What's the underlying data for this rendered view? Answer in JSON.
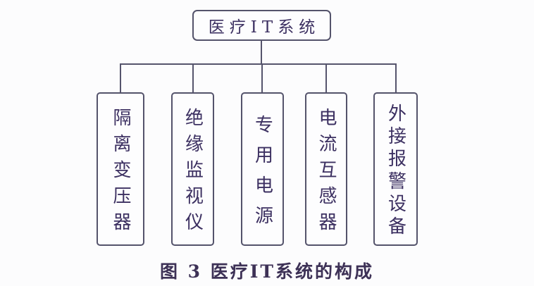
{
  "figure": {
    "root": {
      "label": "医疗IT系统"
    },
    "children": [
      {
        "label": "隔离变压器"
      },
      {
        "label": "绝缘监视仪"
      },
      {
        "label": "专用电源"
      },
      {
        "label": "电流互感器"
      },
      {
        "label": "外接报警设备"
      }
    ],
    "caption": "图 3  医疗IT系统的构成"
  },
  "colors": {
    "line": "#54536b",
    "text": "#3c3061",
    "background": "#fcfcfd"
  }
}
